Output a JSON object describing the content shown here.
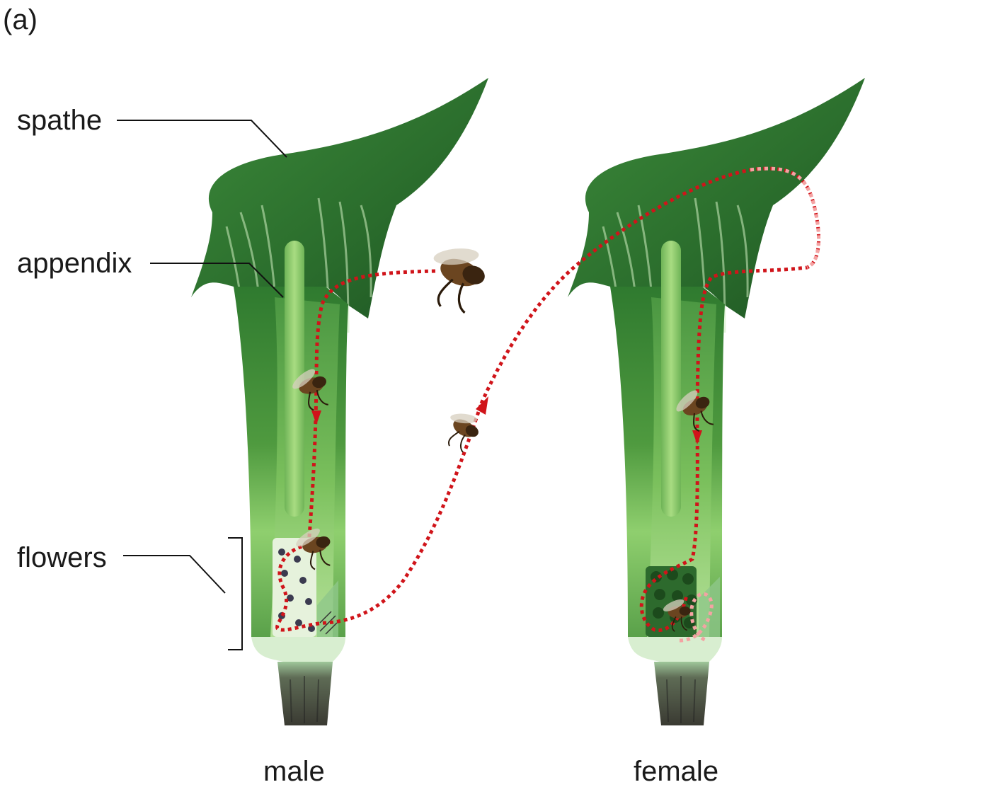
{
  "figure": {
    "panel_label": "(a)"
  },
  "labels": {
    "spathe": "spathe",
    "appendix": "appendix",
    "flowers": "flowers"
  },
  "plants": [
    {
      "caption": "male"
    },
    {
      "caption": "female"
    }
  ],
  "colors": {
    "spathe_dark": "#1f5a25",
    "spathe_mid": "#3f8c3a",
    "spathe_light": "#9bd07a",
    "tube_inner": "#b9e38e",
    "appendix": "#9fd57a",
    "stem": "#4a4a40",
    "path_red": "#d0141a",
    "path_pink": "#f4a3a3",
    "fly_body": "#5a3a1a"
  },
  "icons": [
    "fly-icon",
    "arrow-head-icon"
  ]
}
